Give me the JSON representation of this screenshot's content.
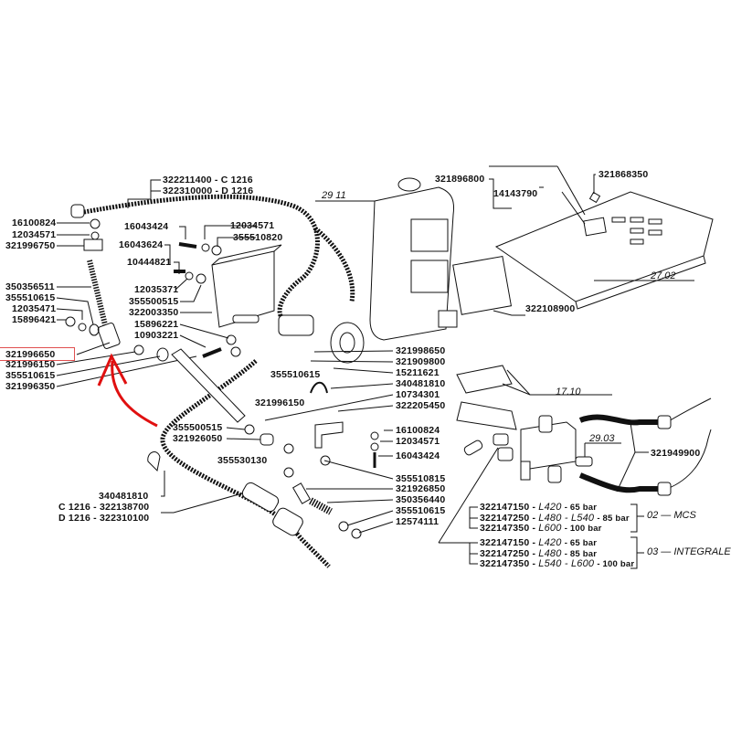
{
  "cable_top": [
    "322211400 - C 1216",
    "322310000 - D 1216"
  ],
  "left_parts": [
    "16100824",
    "12034571",
    "321996750",
    "350356511",
    "355510615",
    "12035471",
    "15896421"
  ],
  "highlighted_part": "321996650",
  "left_bottom": [
    "321996150",
    "355510615",
    "321996350"
  ],
  "center_parts": [
    "16043424",
    "12034571",
    "355510820",
    "16043624",
    "10444821",
    "12035371",
    "355500515",
    "322003350",
    "15896221",
    "10903221"
  ],
  "right_column": [
    "321998650",
    "321909800",
    "15211621",
    "340481810",
    "10734301",
    "322205450",
    "16100824",
    "12034571",
    "16043424",
    "355510815",
    "321926850",
    "350356440",
    "355510615",
    "12574111"
  ],
  "mid_parts": [
    "355510615",
    "321996150",
    "355500515",
    "321926050",
    "355530130"
  ],
  "cable_bottom": [
    "340481810",
    "C 1216 - 322138700",
    "D 1216 - 322310100"
  ],
  "top_right": {
    "ref_2911": "29 11",
    "p1": "321896800",
    "p2": "14143790",
    "p3": "321868350",
    "ref_2702": "27.02",
    "p4": "322108900"
  },
  "hydraulic": {
    "ref_1710": "17.10",
    "ref_2903": "29.03",
    "hose": "321949900"
  },
  "switches_mcs": {
    "group": "02 — MCS",
    "rows": [
      {
        "code": "322147150 -",
        "model": "L420",
        "pressure": "- 65 bar"
      },
      {
        "code": "322147250 -",
        "model": "L480 - L540",
        "pressure": "- 85 bar"
      },
      {
        "code": "322147350 -",
        "model": "L600",
        "pressure": "- 100 bar"
      }
    ]
  },
  "switches_integrale": {
    "group": "03 — INTEGRALE",
    "rows": [
      {
        "code": "322147150 -",
        "model": "L420",
        "pressure": "- 65 bar"
      },
      {
        "code": "322147250 -",
        "model": "L480",
        "pressure": "- 85 bar"
      },
      {
        "code": "322147350 -",
        "model": "L540 - L600",
        "pressure": "- 100 bar"
      }
    ]
  },
  "colors": {
    "ink": "#111111",
    "highlight": "#e05050",
    "arrow": "#e01010"
  }
}
